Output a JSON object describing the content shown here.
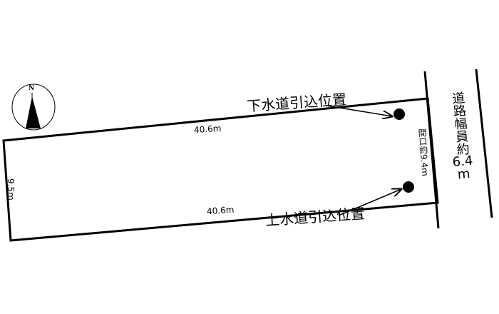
{
  "compass": {
    "north_label": "N"
  },
  "labels": {
    "sewer_inlet": "下水道引込位置",
    "water_inlet": "上水道引込位置",
    "top_side": "40.6m",
    "bottom_side": "40.6m",
    "left_side": "9.5m",
    "frontage": "間口約9.4m",
    "road_width_text": "道路幅員約",
    "road_width_value": "6.4",
    "road_width_unit": "m"
  },
  "colors": {
    "line": "#000000",
    "background": "#ffffff"
  }
}
